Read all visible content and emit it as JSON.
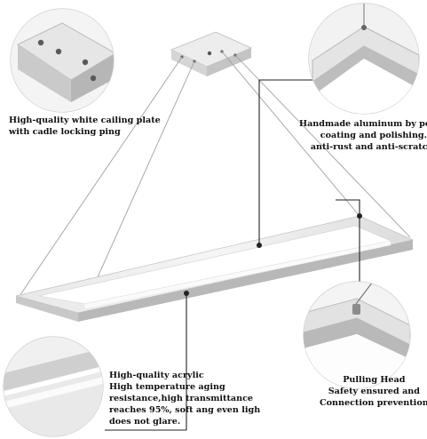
{
  "captions": {
    "ceiling_plate": {
      "line1": "High-quality white cailing plate",
      "line2": "with cadle locking ping"
    },
    "aluminum": {
      "line1": "Handmade aluminum by power",
      "line2": "coating and polishing.",
      "line3": "anti-rust and anti-scratch."
    },
    "acrylic": {
      "line1": "High-quality acrylic",
      "line2": "High temperature aging",
      "line3": "resistance,high transmittance",
      "line4": "reaches 95%,   soft ang even ligh",
      "line5": "does not glare."
    },
    "pulling_head": {
      "line1": "Pulling Head",
      "line2": "Safety ensured and",
      "line3": "Connection prevention"
    }
  },
  "colors": {
    "frame_top": "#ececec",
    "frame_side": "#bdbdbd",
    "frame_light": "#f8f8f8",
    "plate": "#e2e2e2",
    "wire": "#9a9a9a",
    "leader": "#222222",
    "circle_border": "#c8c8c8"
  }
}
